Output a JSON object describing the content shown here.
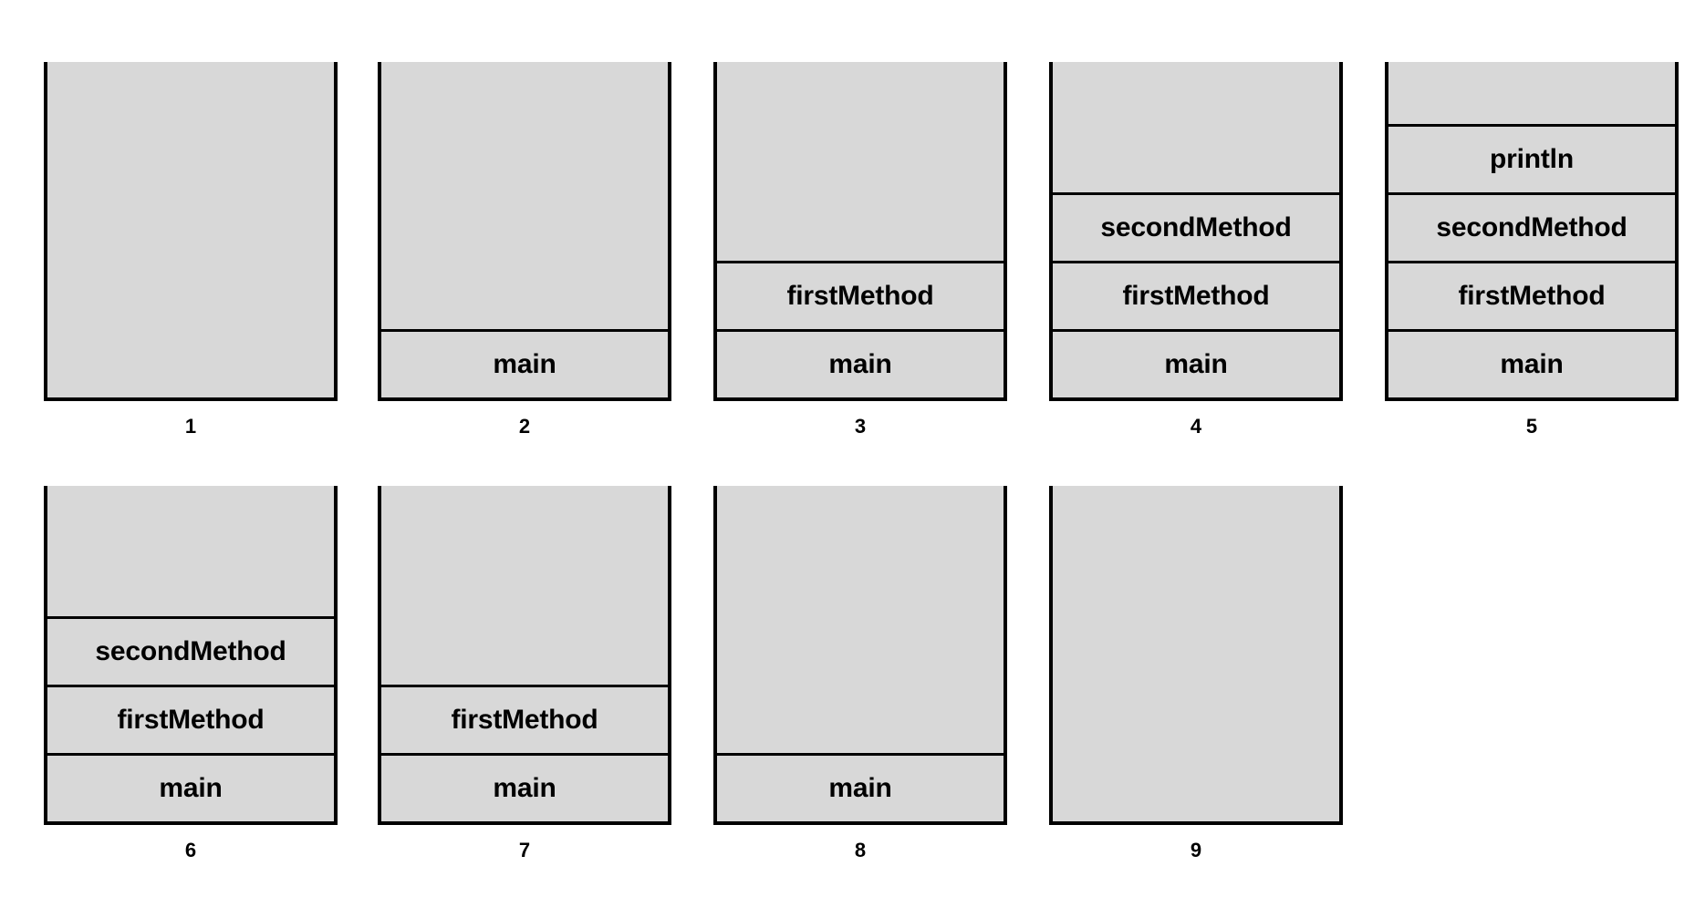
{
  "diagram": {
    "type": "call-stack-sequence",
    "fill_color": "#d8d8d8",
    "border_color": "#000000",
    "background_color": "#ffffff",
    "snapshots": [
      {
        "caption": "1",
        "frames": []
      },
      {
        "caption": "2",
        "frames": [
          "main"
        ]
      },
      {
        "caption": "3",
        "frames": [
          "firstMethod",
          "main"
        ]
      },
      {
        "caption": "4",
        "frames": [
          "secondMethod",
          "firstMethod",
          "main"
        ]
      },
      {
        "caption": "5",
        "frames": [
          "println",
          "secondMethod",
          "firstMethod",
          "main"
        ]
      },
      {
        "caption": "6",
        "frames": [
          "secondMethod",
          "firstMethod",
          "main"
        ]
      },
      {
        "caption": "7",
        "frames": [
          "firstMethod",
          "main"
        ]
      },
      {
        "caption": "8",
        "frames": [
          "main"
        ]
      },
      {
        "caption": "9",
        "frames": []
      }
    ]
  }
}
